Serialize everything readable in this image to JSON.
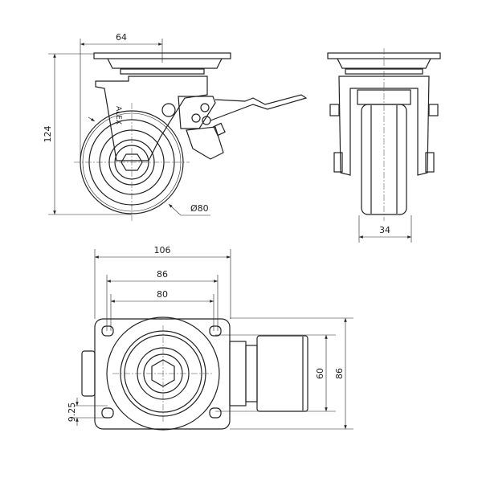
{
  "brand_text": "ALEX",
  "side_view": {
    "width_dim": "64",
    "height_dim": "124",
    "wheel_diameter_dim": "Ø80"
  },
  "front_view": {
    "wheel_width_dim": "34"
  },
  "top_view": {
    "plate_width_dim": "106",
    "hole_spacing_outer_dim": "86",
    "hole_spacing_inner_dim": "80",
    "hole_spacing_vertical_dim": "60",
    "plate_height_dim": "86",
    "hole_offset_dim": "9.25"
  },
  "colors": {
    "line": "#222222",
    "background": "#ffffff"
  }
}
